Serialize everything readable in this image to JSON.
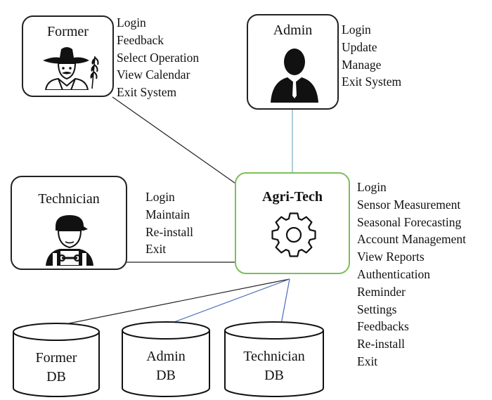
{
  "actors": {
    "former": {
      "title": "Former",
      "options": [
        "Login",
        "Feedback",
        "Select Operation",
        "View Calendar",
        "Exit System"
      ]
    },
    "admin": {
      "title": "Admin",
      "options": [
        "Login",
        "Update",
        "Manage",
        "Exit System"
      ]
    },
    "technician": {
      "title": "Technician",
      "options": [
        "Login",
        "Maintain",
        "Re-install",
        "Exit"
      ]
    }
  },
  "system": {
    "title": "Agri-Tech",
    "options": [
      "Login",
      "Sensor Measurement",
      "Seasonal Forecasting",
      "Account Management",
      "View Reports",
      "Authentication",
      "Reminder",
      "Settings",
      "Feedbacks",
      "Re-install",
      "Exit"
    ]
  },
  "databases": [
    {
      "line1": "Former",
      "line2": "DB"
    },
    {
      "line1": "Admin",
      "line2": "DB"
    },
    {
      "line1": "Technician",
      "line2": "DB"
    }
  ],
  "colors": {
    "system_border": "#7cbf58",
    "admin_link": "#7da9c9",
    "db_link_blue": "#4d6fb8",
    "line": "#222222"
  },
  "icons": {
    "former": "farmer-icon",
    "admin": "admin-person-icon",
    "technician": "technician-icon",
    "system": "gear-icon"
  }
}
